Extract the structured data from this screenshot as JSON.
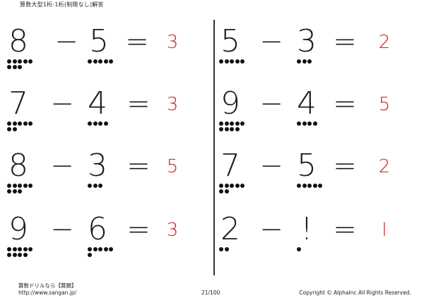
{
  "title": "算数大型1桁-1桁(制限なし)解答",
  "problems": [
    {
      "a": "8",
      "op": "−",
      "b": "5",
      "eq": "=",
      "answer": "3"
    },
    {
      "a": "7",
      "op": "−",
      "b": "4",
      "eq": "=",
      "answer": "3"
    },
    {
      "a": "8",
      "op": "−",
      "b": "3",
      "eq": "=",
      "answer": "5"
    },
    {
      "a": "9",
      "op": "−",
      "b": "6",
      "eq": "=",
      "answer": "3"
    },
    {
      "a": "5",
      "op": "−",
      "b": "3",
      "eq": "=",
      "answer": "2"
    },
    {
      "a": "9",
      "op": "−",
      "b": "4",
      "eq": "=",
      "answer": "5"
    },
    {
      "a": "7",
      "op": "−",
      "b": "5",
      "eq": "=",
      "answer": "2"
    },
    {
      "a": "2",
      "op": "−",
      "b": "!",
      "eq": "=",
      "answer": "l"
    }
  ],
  "dot_counts": [
    [
      8,
      5
    ],
    [
      7,
      4
    ],
    [
      8,
      3
    ],
    [
      9,
      6
    ],
    [
      5,
      3
    ],
    [
      9,
      4
    ],
    [
      7,
      5
    ],
    [
      2,
      1
    ]
  ],
  "colors": {
    "answer": "#d7191c",
    "ink": "#111111"
  },
  "footer": {
    "brand": "算数ドリルなら【算願】",
    "url": "http://www.sangan.jp/",
    "page": "21/100",
    "copyright": "Copyright © AlphaInc All Rights Reserved."
  }
}
